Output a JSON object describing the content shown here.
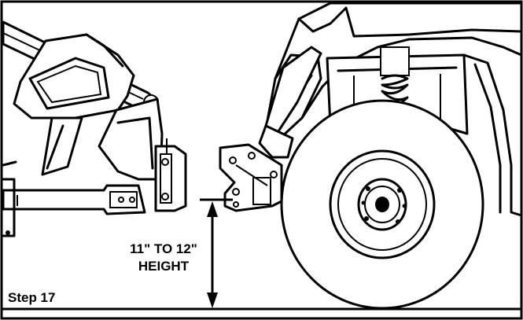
{
  "figure": {
    "height_label_line1": "11\" TO 12\"",
    "height_label_line2": "HEIGHT",
    "step_label": "Step 17"
  }
}
